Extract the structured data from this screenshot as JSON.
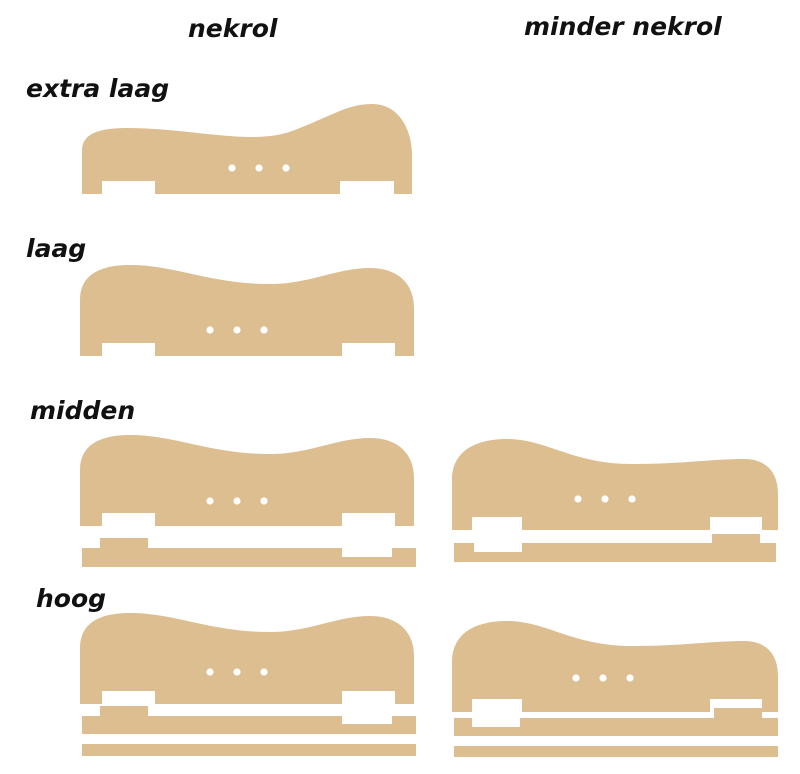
{
  "columns": {
    "nekrol": "nekrol",
    "minder_nekrol": "minder nekrol"
  },
  "rows": {
    "extra_laag": "extra laag",
    "laag": "laag",
    "midden": "midden",
    "hoog": "hoog"
  },
  "colors": {
    "wood": "#ddbe90",
    "background": "#ffffff",
    "text": "#111111"
  }
}
